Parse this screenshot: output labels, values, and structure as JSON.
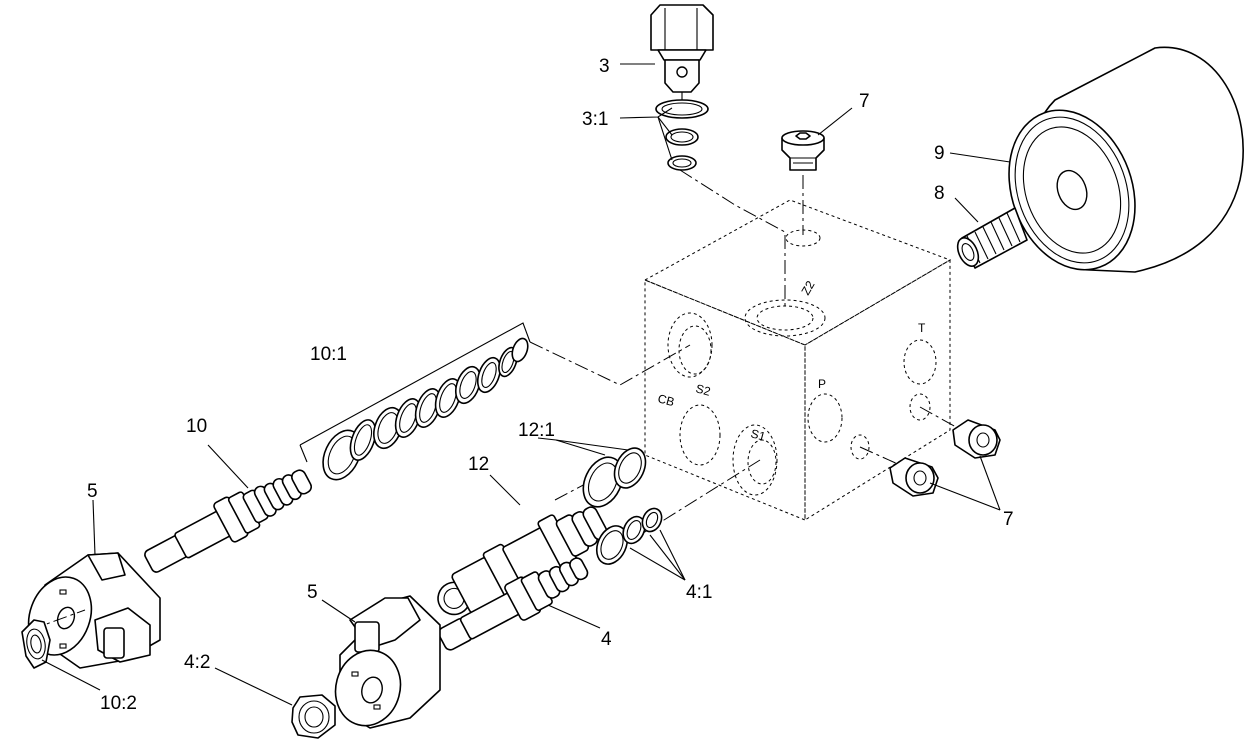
{
  "callouts": {
    "c3": "3",
    "c3_1": "3:1",
    "c7_top": "7",
    "c9": "9",
    "c8": "8",
    "c10_1": "10:1",
    "c10": "10",
    "c12_1": "12:1",
    "c12": "12",
    "c5_left": "5",
    "c5_right": "5",
    "c4_1": "4:1",
    "c4": "4",
    "c4_2": "4:2",
    "c10_2": "10:2",
    "c7_right": "7"
  },
  "ports": {
    "z2": "Z2",
    "s2": "S2",
    "cb": "CB",
    "s1": "S1",
    "p": "P",
    "t": "T"
  },
  "colors": {
    "line": "#000000",
    "background": "#ffffff"
  }
}
